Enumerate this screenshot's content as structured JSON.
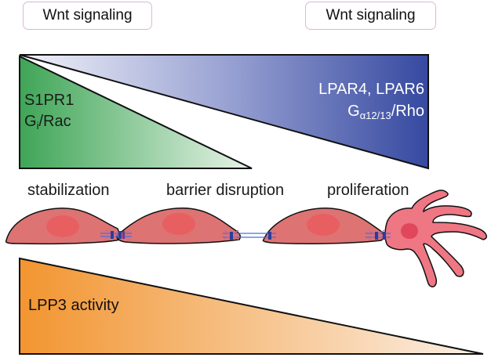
{
  "wnt_signaling": {
    "left_label": "Wnt signaling",
    "right_label": "Wnt signaling"
  },
  "green_gradient": {
    "line1": "S1PR1",
    "line2_main": "G",
    "line2_sub": "i",
    "line2_rest": "/Rac",
    "color": "#3fa85a"
  },
  "blue_gradient": {
    "line1": "LPAR4, LPAR6",
    "line2_main": "G",
    "line2_sub": "α12/13",
    "line2_rest": "/Rho",
    "color": "#3a4fa3"
  },
  "stages": {
    "stabilization": "stabilization",
    "barrier_disruption": "barrier disruption",
    "proliferation": "proliferation"
  },
  "lpp3": {
    "label": "LPP3 activity",
    "color": "#f29a3a"
  },
  "cells": {
    "body_color": "#dd7373",
    "nucleus_color": "#e86565",
    "proliferating_color": "#ef7683"
  }
}
